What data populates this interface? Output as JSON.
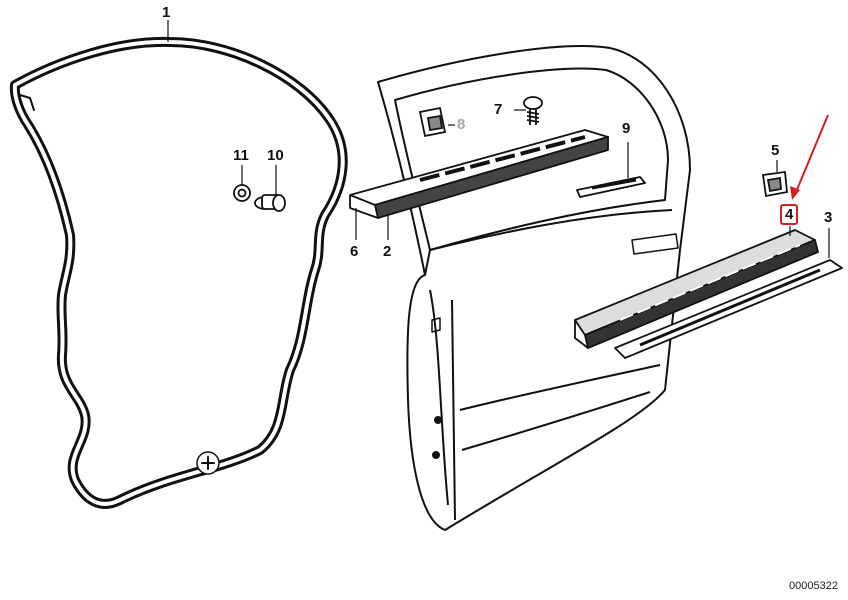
{
  "callouts": {
    "c1": "1",
    "c2": "2",
    "c3": "3",
    "c4": "4",
    "c5": "5",
    "c6": "6",
    "c7": "7",
    "c8": "8",
    "c9": "9",
    "c10": "10",
    "c11": "11"
  },
  "document_number": "00005322",
  "colors": {
    "ink": "#111111",
    "highlight": "#d62020",
    "faded_label": "#a8a8a8"
  }
}
